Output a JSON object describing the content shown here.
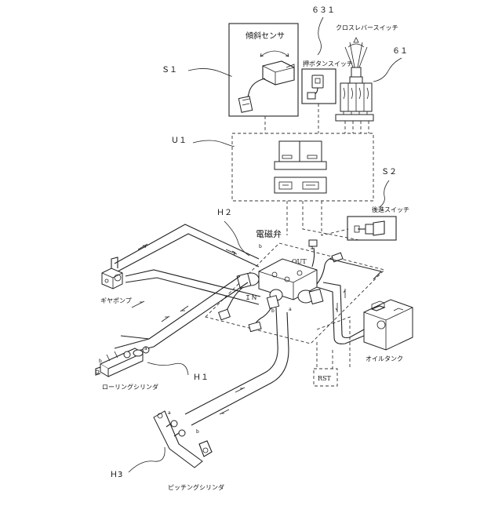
{
  "labels": {
    "s1": "Ｓ１",
    "u1": "Ｕ１",
    "h2": "Ｈ２",
    "h1": "Ｈ１",
    "h3": "Ｈ3",
    "s2": "Ｓ２",
    "n631": "６３１",
    "n61": "６１"
  },
  "components": {
    "tilt_sensor": "傾斜センサ",
    "push_button_switch": "押ボタンスイッチ",
    "cross_lever_switch": "クロスレバースイッチ",
    "reverse_switch": "後進スイッチ",
    "solenoid_valve": "電磁弁",
    "port_out": "OUT",
    "port_in": "ＩＮ",
    "gear_pump": "ギヤポンプ",
    "rolling_cylinder": "ローリングシリンダ",
    "pitching_cylinder": "ピッチングシリンダ",
    "oil_tank": "オイルタンク",
    "rst": "RST"
  }
}
